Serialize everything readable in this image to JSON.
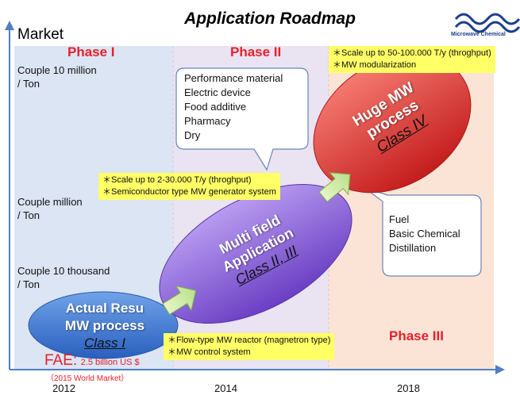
{
  "title": "Application Roadmap",
  "logo": {
    "text": "Microwave Chemical"
  },
  "y_axis_label": "Market",
  "phases": {
    "p1": "Phase I",
    "p2": "Phase II",
    "p3": "Phase III"
  },
  "market_scales": {
    "s1_line1": "Couple 10 million",
    "s1_line2": "/ Ton",
    "s2_line1": "Couple million",
    "s2_line2": "/ Ton",
    "s3_line1": "Couple 10 thousand",
    "s3_line2": "/ Ton"
  },
  "years": {
    "y1": "2012",
    "y2": "2014",
    "y3": "2018"
  },
  "stage1": {
    "line1": "Actual Resu",
    "line2": "MW process",
    "cls": "Class I"
  },
  "stage2": {
    "line1": "Multi field",
    "line2": "Application",
    "cls": "Class II, III"
  },
  "stage3": {
    "line1": "Huge MW",
    "line2": "process",
    "cls": "Class IV"
  },
  "callout_mid": {
    "items": [
      "Performance material",
      "Electric device",
      "Food additive",
      "Pharmacy",
      "Dry"
    ]
  },
  "callout_right": {
    "items": [
      "Fuel",
      "Basic Chemical",
      "Distillation"
    ]
  },
  "notes": {
    "top_right": [
      "＊Scale up to 50-100.000 T/y (throghput)",
      "＊MW modularization"
    ],
    "middle": [
      "＊Scale up to 2-30.000 T/y (throghput)",
      "＊Semiconductor type MW generator system"
    ],
    "bottom": [
      "＊Flow-type MW reactor (magnetron type)",
      "＊MW control system"
    ]
  },
  "fae": {
    "label": "FAE:",
    "value": "2.5 billion US $",
    "sub": "（2015 World Market）"
  },
  "colors": {
    "phase1_bg": "#dbe5f3",
    "phase2_bg": "#e9e3f2",
    "phase3_bg": "#fbe4d6",
    "axis": "#4f7fc4",
    "phase_text": "#e8202a",
    "note_bg": "#ffff66"
  }
}
